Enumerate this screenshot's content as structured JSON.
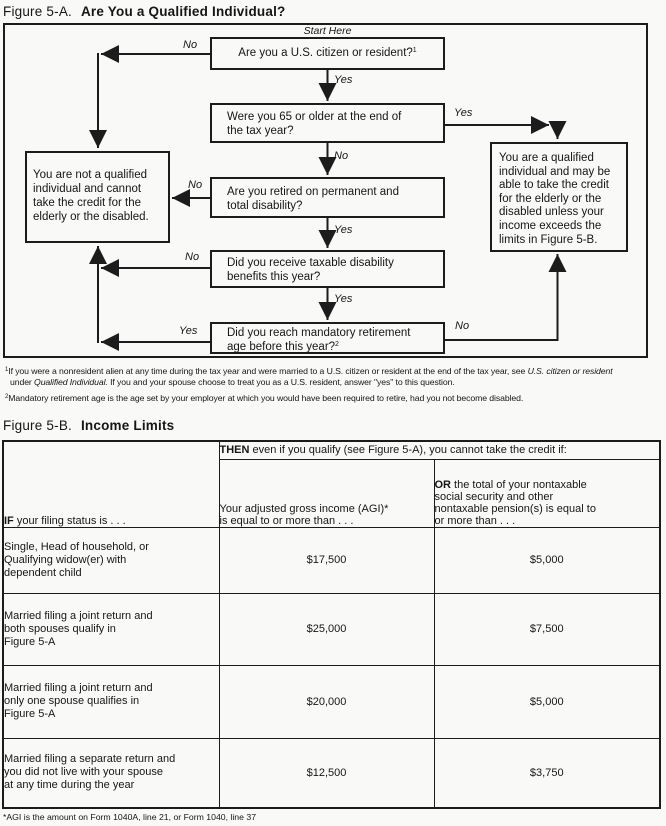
{
  "figure_a": {
    "title_prefix": "Figure 5-A.",
    "title": "Are You a Qualified Individual?",
    "start_label": "Start Here",
    "boxes": {
      "q1": {
        "text": "Are you a U.S. citizen or resident?",
        "sup": "1"
      },
      "q2": {
        "text": "Were you 65 or older at the end of\nthe tax year?"
      },
      "q3": {
        "text": "Are you retired on permanent and\ntotal disability?"
      },
      "q4": {
        "text": "Did you receive taxable disability\nbenefits this year?"
      },
      "q5": {
        "text": "Did you reach mandatory retirement\nage before this year?",
        "sup": "2"
      },
      "not_qualified": {
        "text": "You are not a qualified\nindividual and cannot\ntake the credit for the\nelderly or the disabled."
      },
      "qualified": {
        "text": "You are a qualified\nindividual and may be\nable to take the credit\nfor the elderly or the\ndisabled unless your\nincome exceeds the\nlimits in Figure 5-B."
      }
    },
    "labels": {
      "q1_no": "No",
      "q1_yes": "Yes",
      "q2_yes": "Yes",
      "q2_no": "No",
      "q3_no": "No",
      "q3_yes": "Yes",
      "q4_no": "No",
      "q4_yes": "Yes",
      "q5_yes": "Yes",
      "q5_no": "No"
    },
    "footnotes": {
      "f1_sup": "1",
      "f1_line1_a": "If you were a nonresident alien at any time during the tax year and were married to a U.S. citizen or resident at the end of the tax year, see ",
      "f1_line1_b": "U.S. citizen or resident",
      "f1_line2_a": "under ",
      "f1_line2_b": "Qualified Individual.",
      "f1_line2_c": " If you and your spouse choose to treat you as a U.S. resident, answer \"yes\" to this question.",
      "f2_sup": "2",
      "f2_text": "Mandatory retirement age is the age set by your employer at which you would have been required to retire, had you not become disabled."
    }
  },
  "figure_b": {
    "title_prefix": "Figure 5-B.",
    "title": "Income Limits",
    "table": {
      "if_header": {
        "bold": "IF",
        "rest": " your filing status is . . ."
      },
      "then_header": {
        "bold": "THEN",
        "rest": " even if you qualify (see Figure 5-A), you cannot take the credit if:"
      },
      "agi_header": "Your adjusted gross income (AGI)*\nis equal to or more than . . .",
      "or_header": {
        "bold": "OR",
        "rest": " the total of your nontaxable\nsocial security and other\nnontaxable pension(s) is equal to\nor more than . . ."
      },
      "rows": [
        {
          "status": "Single, Head of household, or\nQualifying widow(er) with\ndependent child",
          "agi": "$17,500",
          "pension": "$5,000"
        },
        {
          "status": "Married filing a joint return and\nboth spouses qualify in\nFigure 5-A",
          "agi": "$25,000",
          "pension": "$7,500"
        },
        {
          "status": "Married filing a joint return and\nonly one spouse qualifies in\nFigure 5-A",
          "agi": "$20,000",
          "pension": "$5,000"
        },
        {
          "status": "Married filing a separate return and\nyou did not live with your spouse\nat any time during the year",
          "agi": "$12,500",
          "pension": "$3,750"
        }
      ],
      "footnote": "*AGI is the amount on Form 1040A, line 21, or Form 1040, line 37"
    }
  }
}
